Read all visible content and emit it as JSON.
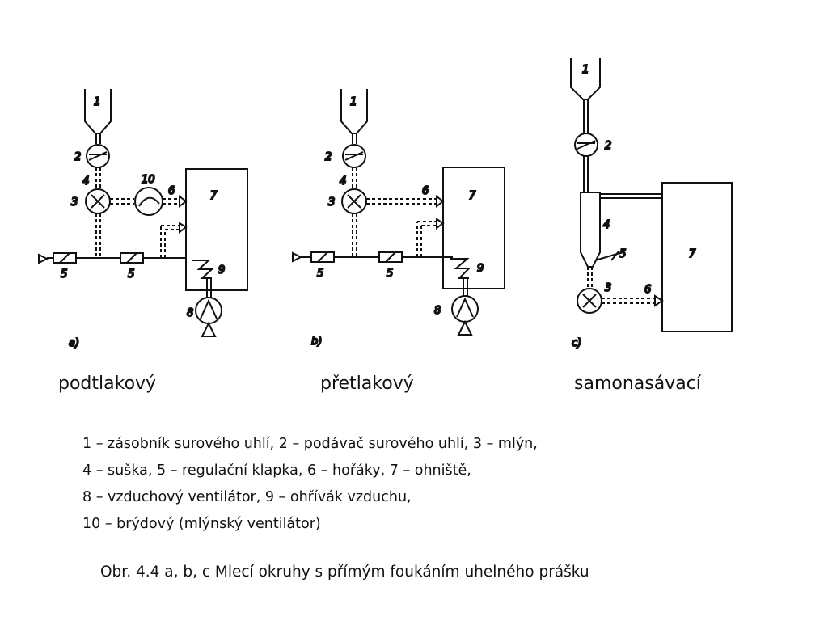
{
  "diagrams": [
    {
      "id": "a",
      "sublabel": "a)",
      "caption": "podtlakový",
      "labels": {
        "bunker": "1",
        "feeder": "2",
        "dryer": "4",
        "mill": "3",
        "fan10": "10",
        "burner": "6",
        "furnace": "7",
        "damper1": "5",
        "damper2": "5",
        "heater": "9",
        "airfan": "8"
      }
    },
    {
      "id": "b",
      "sublabel": "b)",
      "caption": "přetlakový",
      "labels": {
        "bunker": "1",
        "feeder": "2",
        "dryer": "4",
        "mill": "3",
        "burner": "6",
        "furnace": "7",
        "damper1": "5",
        "damper2": "5",
        "heater": "9",
        "airfan": "8"
      }
    },
    {
      "id": "c",
      "sublabel": "c)",
      "caption": "samonasávací",
      "labels": {
        "bunker": "1",
        "feeder": "2",
        "dryer": "4",
        "damper": "5",
        "mill": "3",
        "burner": "6",
        "furnace": "7"
      }
    }
  ],
  "legend": [
    "1 – zásobník surového uhlí, 2 – podávač surového uhlí, 3 – mlýn,",
    "4 – suška, 5 – regulační klapka, 6 – hořáky, 7 – ohniště,",
    "8 – vzduchový ventilátor, 9 – ohřívák vzduchu,",
    "10 – brýdový (mlýnský ventilátor)"
  ],
  "figure_caption": "Obr. 4.4  a, b, c   Mlecí okruhy s přímým foukáním uhelného prášku",
  "colors": {
    "ink": "#111111",
    "background": "#ffffff"
  }
}
